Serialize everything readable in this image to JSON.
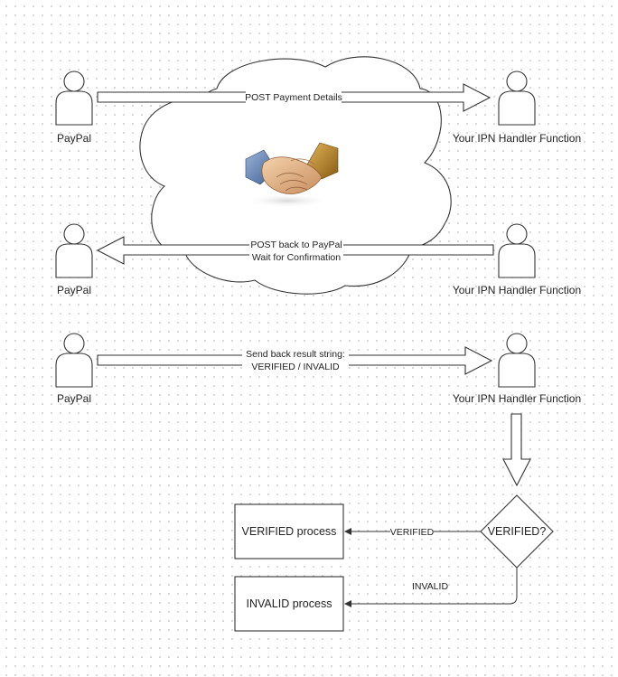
{
  "actors": {
    "paypal_label": "PayPal",
    "handler_label": "Your IPN Handler Function"
  },
  "steps": {
    "post_payment": "POST Payment Details",
    "post_back_line1": "POST back to PayPal",
    "post_back_line2": "Wait for Confirmation",
    "result_line1": "Send back result string:",
    "result_line2": "VERIFIED / INVALID"
  },
  "decision": {
    "label": "VERIFIED?",
    "verified_edge": "VERIFIED",
    "invalid_edge": "INVALID"
  },
  "processes": {
    "verified": "VERIFIED process",
    "invalid": "INVALID process"
  },
  "icons": {
    "handshake": "handshake-icon",
    "cloud": "cloud-shape",
    "person": "person-icon"
  }
}
